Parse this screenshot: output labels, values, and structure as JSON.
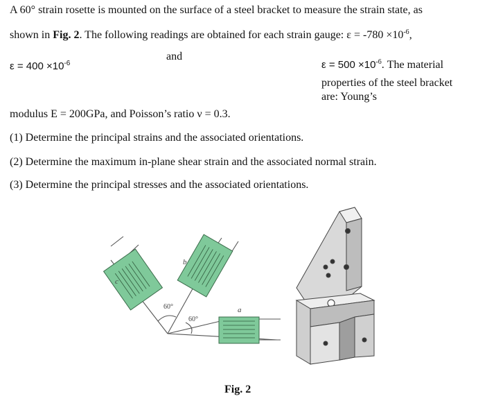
{
  "problem": {
    "line1": "A 60° strain rosette is mounted on the surface of a steel bracket to measure the strain state, as",
    "line2_pre": "shown in ",
    "line2_fig": "Fig. 2",
    "line2_post": ". The following readings are obtained for each strain gauge: ε = -780 ×10",
    "exp": "-6",
    "line2_tail": ",",
    "and": "and",
    "eps_b_pre": "ε = 400 ×10",
    "eps_c_pre": "ε = 500 ×10",
    "eps_c_post": ". The material",
    "props1": "properties of the steel bracket",
    "props2": "are: Young’s",
    "modulus": "modulus E = 200GPa, and Poisson’s ratio ν = 0.3."
  },
  "questions": [
    "(1) Determine the principal strains and the associated orientations.",
    "(2) Determine the maximum in-plane shear strain and the associated normal strain.",
    "(3) Determine the principal stresses and the associated orientations."
  ],
  "figure": {
    "caption": "Fig. 2",
    "gauge_labels": {
      "a": "a",
      "b": "b",
      "c": "c"
    },
    "angle1": "60°",
    "angle2": "60°",
    "gauge_color": "#7fc99a"
  }
}
